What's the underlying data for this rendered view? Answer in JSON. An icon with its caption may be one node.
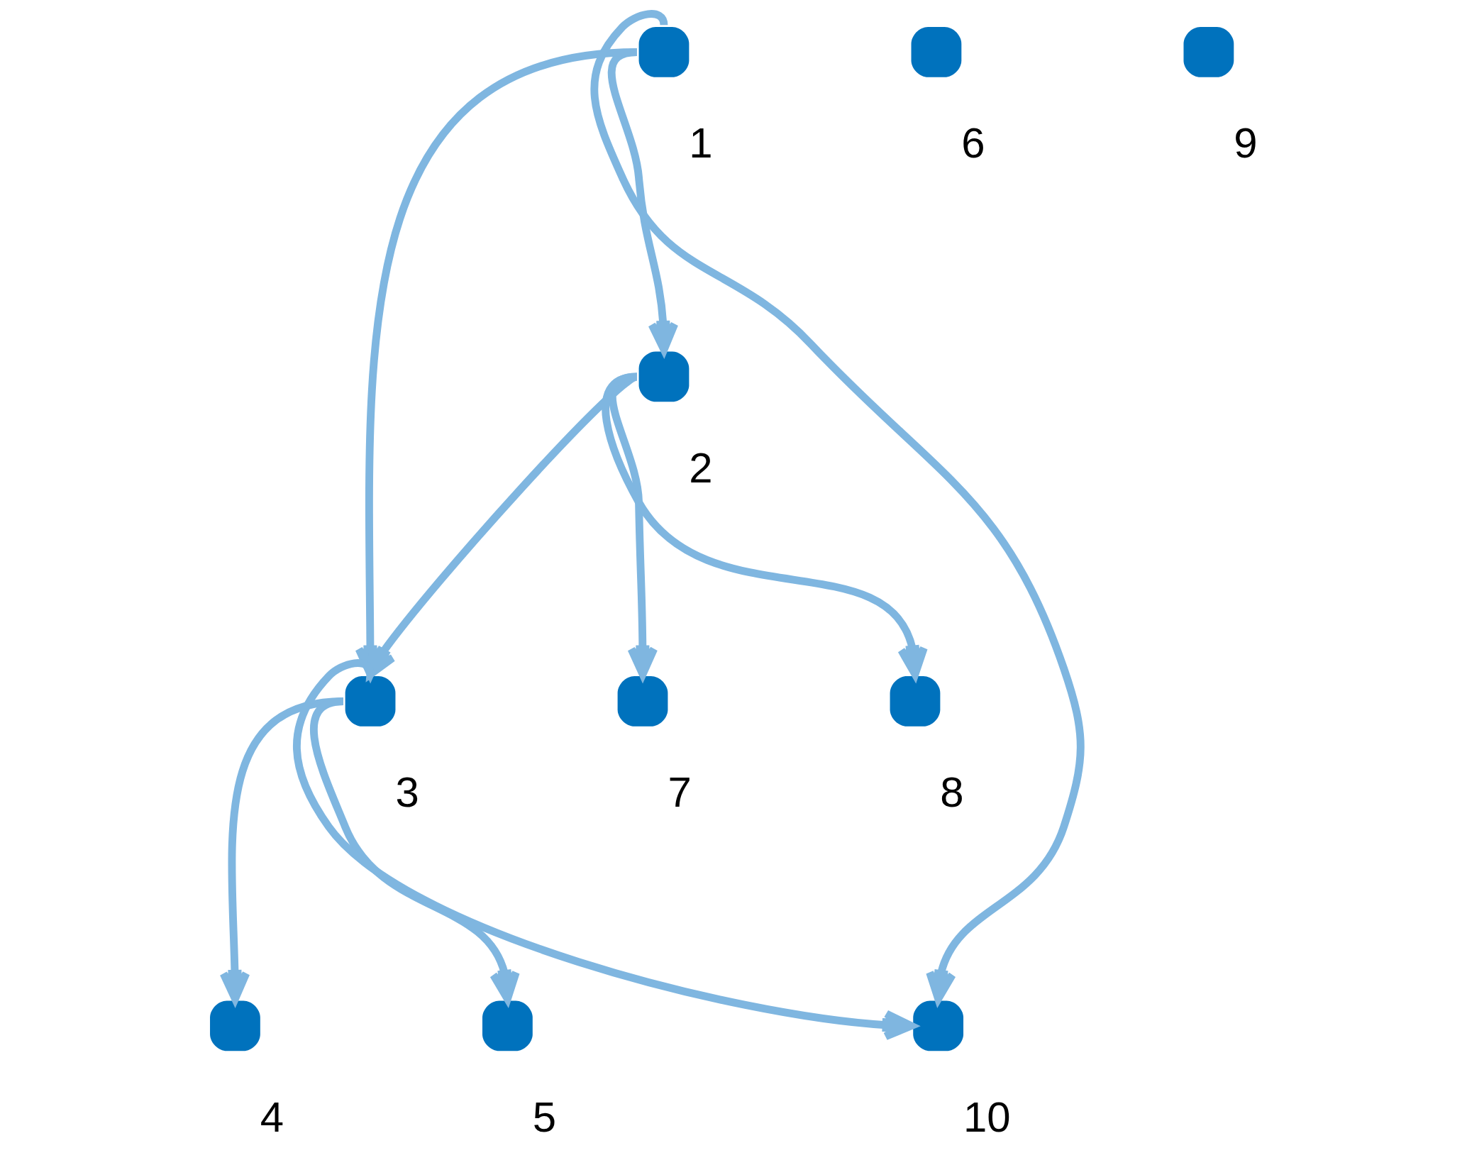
{
  "diagram": {
    "nodes": [
      {
        "text": [],
        "shape": "circle",
        "beside": [
          "1"
        ]
      },
      {
        "text": [],
        "shape": "circle",
        "beside": [
          "2"
        ]
      },
      {
        "text": [],
        "shape": "circle",
        "beside": [
          "3"
        ]
      },
      {
        "text": [],
        "shape": "circle",
        "beside": [
          "4"
        ]
      },
      {
        "text": [],
        "shape": "circle",
        "beside": [
          "5"
        ]
      },
      {
        "text": [],
        "shape": "circle",
        "beside": [
          "6"
        ]
      },
      {
        "text": [],
        "shape": "circle",
        "beside": [
          "7"
        ]
      },
      {
        "text": [],
        "shape": "circle",
        "beside": [
          "8"
        ]
      },
      {
        "text": [],
        "shape": "circle",
        "beside": [
          "9"
        ]
      },
      {
        "text": [],
        "shape": "circle",
        "beside": [
          "10"
        ]
      }
    ],
    "edges": [
      {
        "from": 0,
        "to": 1,
        "arrow": "to"
      },
      {
        "from": 0,
        "to": 2,
        "arrow": "to"
      },
      {
        "from": 0,
        "to": 9,
        "arrow": "to"
      },
      {
        "from": 1,
        "to": 6,
        "arrow": "to"
      },
      {
        "from": 1,
        "to": 7,
        "arrow": "to"
      },
      {
        "from": 1,
        "to": 2,
        "arrow": "to"
      },
      {
        "from": 2,
        "to": 3,
        "arrow": "to"
      },
      {
        "from": 2,
        "to": 4,
        "arrow": "to"
      },
      {
        "from": 2,
        "to": 9,
        "arrow": "to"
      }
    ]
  }
}
